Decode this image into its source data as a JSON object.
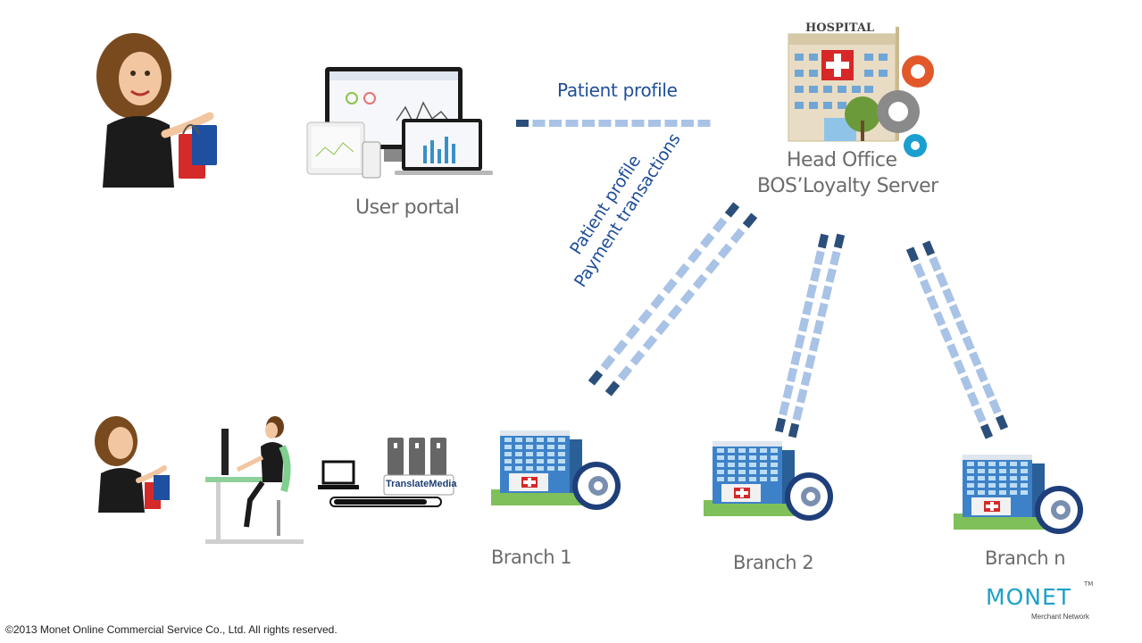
{
  "colors": {
    "link_dark": "#2b4f7a",
    "link_light": "#a9c3e6",
    "label_gray": "#6b6b6b",
    "label_blue": "#1f4e9a",
    "brand": "#1ea0c9"
  },
  "diagram": {
    "user_portal_label": "User portal",
    "patient_profile_label": "Patient profile",
    "diag_label_line1": "Patient profile",
    "diag_label_line2": "Payment transactions",
    "head_office_line1": "Head Office",
    "head_office_line2": "BOS’Loyalty Server",
    "hospital_sign": "HOSPITAL",
    "translate_logo": "TranslateMedia",
    "branches": [
      {
        "label": "Branch 1"
      },
      {
        "label": "Branch 2"
      },
      {
        "label": "Branch n"
      }
    ]
  },
  "brand": {
    "name": "MONET",
    "tm": "TM",
    "tagline": "Merchant Network"
  },
  "footer": {
    "copyright": "©2013 Monet Online Commercial Service Co., Ltd. All rights reserved."
  }
}
